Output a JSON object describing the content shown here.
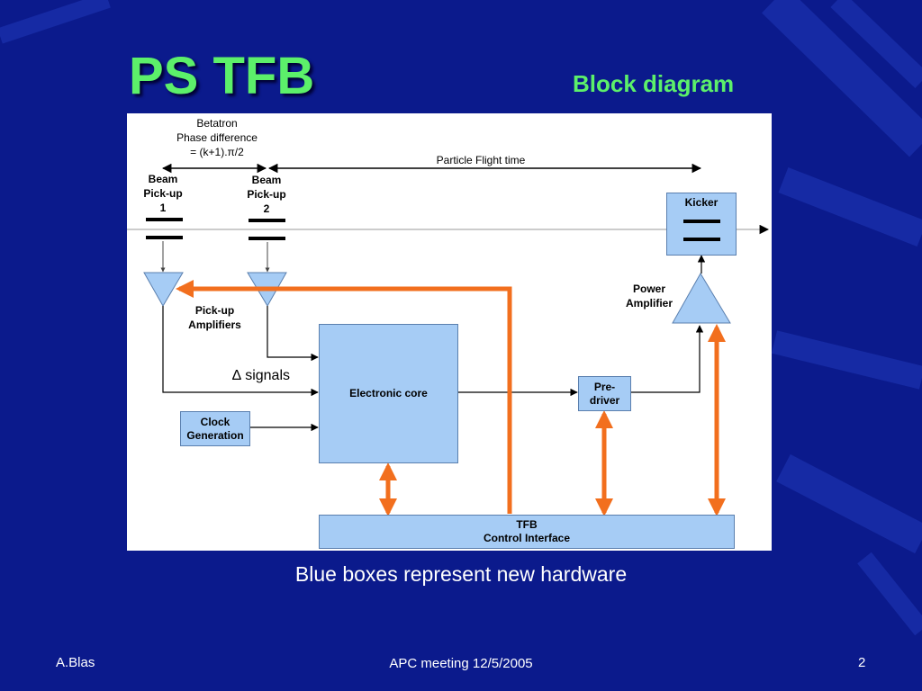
{
  "slide": {
    "title": "PS TFB",
    "subtitle": "Block diagram",
    "caption": "Blue boxes represent new hardware",
    "footer": {
      "author": "A.Blas",
      "event": "APC meeting 12/5/2005",
      "page": "2"
    }
  },
  "diagram": {
    "betatron_label": [
      "Betatron",
      "Phase difference",
      "= (k+1).π/2"
    ],
    "flight_time_label": "Particle Flight time",
    "pickup1_label": [
      "Beam",
      "Pick-up",
      "1"
    ],
    "pickup2_label": [
      "Beam",
      "Pick-up",
      "2"
    ],
    "kicker_label": "Kicker",
    "pickup_amplifiers_label": [
      "Pick-up",
      "Amplifiers"
    ],
    "power_amplifier_label": [
      "Power",
      "Amplifier"
    ],
    "delta_signals_label": "∆ signals",
    "electronic_core_label": "Electronic core",
    "clock_generation_label": [
      "Clock",
      "Generation"
    ],
    "predriver_label": [
      "Pre-",
      "driver"
    ],
    "control_interface_label": [
      "TFB",
      "Control Interface"
    ],
    "colors": {
      "new_hardware_box": "#a6ccf5",
      "control_link": "#f26f1e",
      "slide_background": "#0b1a8c",
      "title_text": "#5cf06a"
    }
  }
}
